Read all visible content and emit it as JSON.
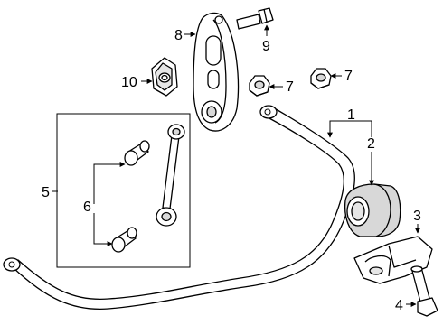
{
  "callouts": {
    "c1": "1",
    "c2": "2",
    "c3": "3",
    "c4": "4",
    "c5": "5",
    "c6": "6",
    "c7a": "7",
    "c7b": "7",
    "c8": "8",
    "c9": "9",
    "c10": "10"
  },
  "colors": {
    "line": "#000000",
    "part_fill": "#ffffff",
    "shade": "#d8d8d8",
    "bushing_shade": "#cfcfcf",
    "background": "#ffffff"
  },
  "parts": [
    {
      "ref": "sway-bar",
      "icon": "stabilizer-bar-drawing"
    },
    {
      "ref": "bushing",
      "icon": "bushing-drawing"
    },
    {
      "ref": "bushing-bracket",
      "icon": "bracket-drawing"
    },
    {
      "ref": "bracket-bolt",
      "icon": "bolt-drawing"
    },
    {
      "ref": "link-assembly",
      "icon": "link-assembly-drawing"
    },
    {
      "ref": "link-bushings",
      "icon": "bushing-pair-drawing"
    },
    {
      "ref": "nuts",
      "icon": "flange-nut-drawing"
    },
    {
      "ref": "link-bracket",
      "icon": "link-bracket-drawing"
    },
    {
      "ref": "link-bolt",
      "icon": "bolt-drawing"
    },
    {
      "ref": "bracket-nut",
      "icon": "clip-nut-drawing"
    }
  ]
}
